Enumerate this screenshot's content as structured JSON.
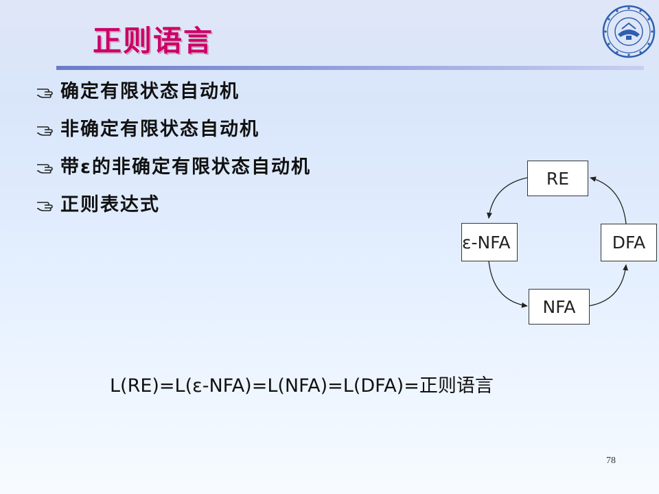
{
  "slide": {
    "title": "正则语言",
    "bullets": [
      "确定有限状态自动机",
      "非确定有限状态自动机",
      "带ε的非确定有限状态自动机",
      "正则表达式"
    ],
    "bullet_icon": "pointing-hand-icon",
    "logo": "university-seal"
  },
  "diagram": {
    "nodes": {
      "re": "RE",
      "dfa": "DFA",
      "eps_nfa": "ε-NFA",
      "nfa": "NFA"
    },
    "edges": [
      {
        "from": "RE",
        "to": "ε-NFA"
      },
      {
        "from": "ε-NFA",
        "to": "NFA"
      },
      {
        "from": "NFA",
        "to": "DFA"
      },
      {
        "from": "DFA",
        "to": "RE"
      }
    ]
  },
  "equation": "L(RE)=L(ε-NFA)=L(NFA)=L(DFA)=正则语言",
  "page_number": "78",
  "colors": {
    "title": "#cc0066",
    "divider": "#6b7cc8",
    "seal": "#2f5fae"
  }
}
